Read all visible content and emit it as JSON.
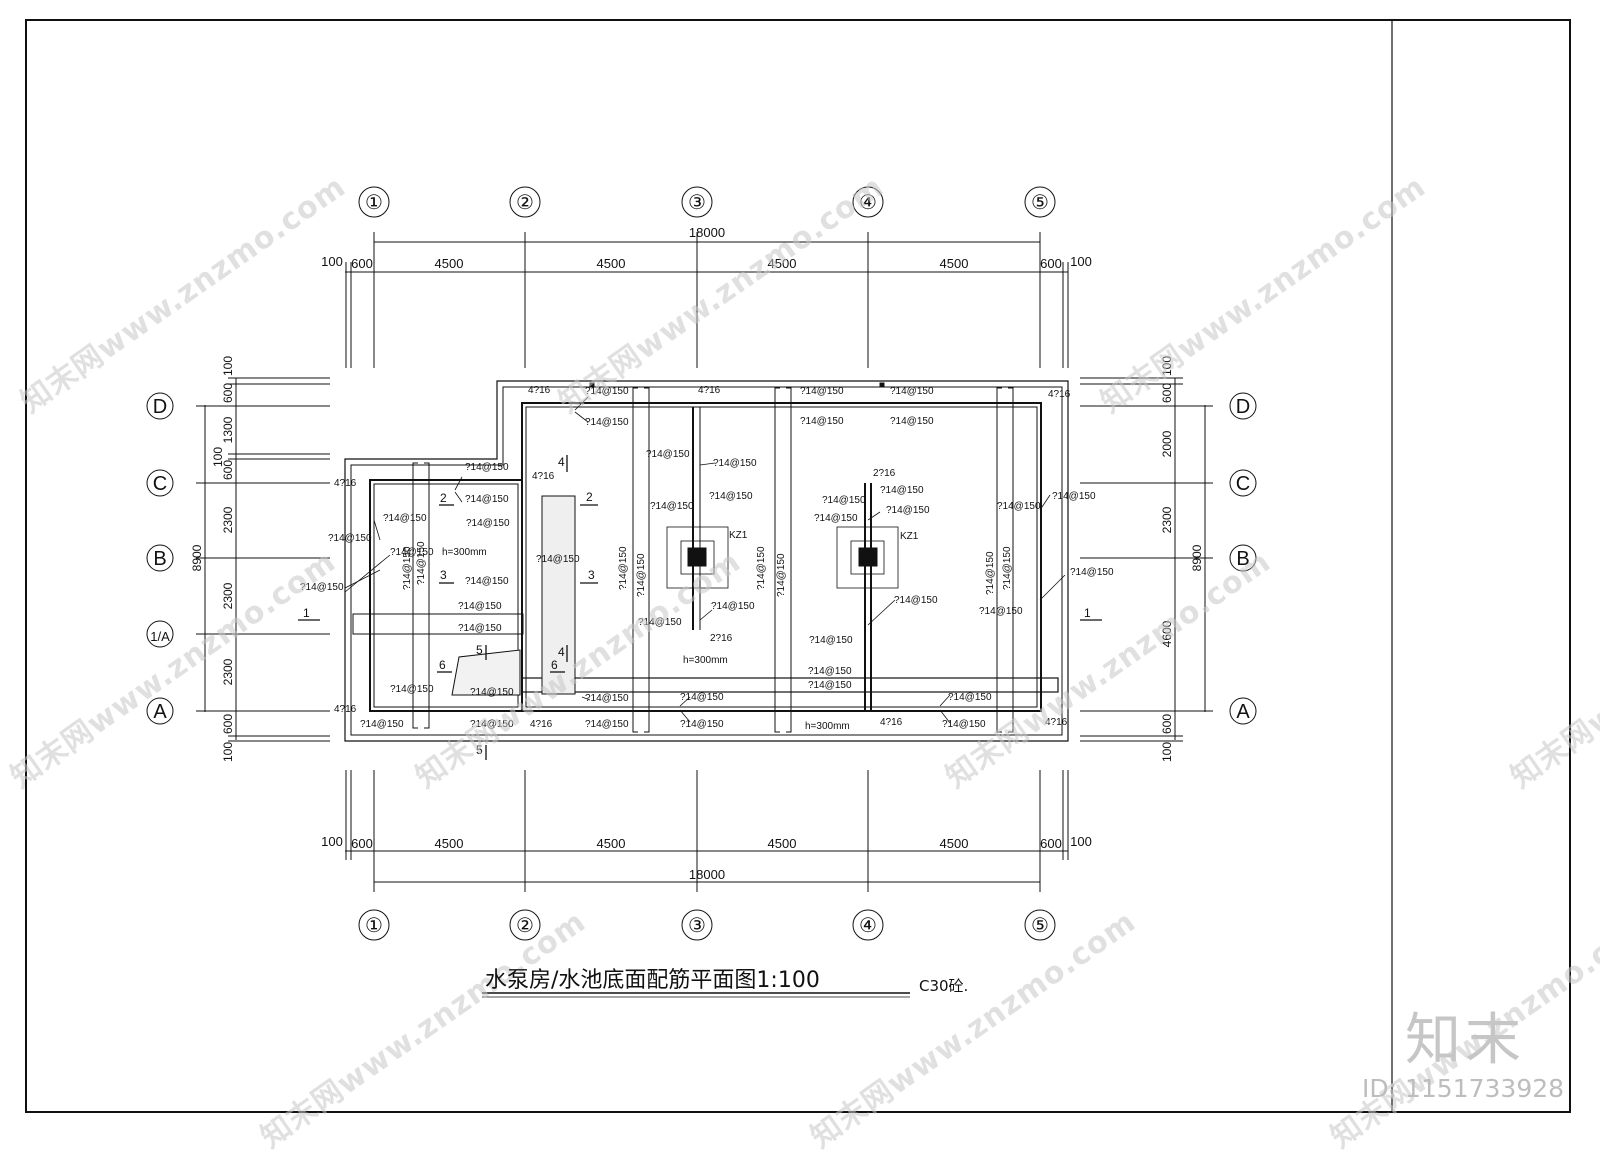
{
  "title": "水泵房/水池底面配筋平面图1:100",
  "subtitle": "C30砼.",
  "axes_x": [
    "①",
    "②",
    "③",
    "④",
    "⑤"
  ],
  "axes_y": [
    "D",
    "C",
    "B",
    "1/A",
    "A"
  ],
  "dims": {
    "total": "18000",
    "bay": "4500",
    "edge_600": "600",
    "edge_100": "100",
    "left_total": "8900",
    "left_segments": [
      "100",
      "600",
      "1300",
      "100",
      "600",
      "2300",
      "2300",
      "2300",
      "600",
      "100"
    ],
    "right_total": "8900",
    "right_segments": [
      "100",
      "600",
      "2000",
      "2300",
      "4600",
      "600",
      "100"
    ]
  },
  "rebar": {
    "mesh": "?14@150",
    "edge4": "4?16",
    "edge2": "2?16",
    "column": "KZ1",
    "depth": "h=300mm",
    "section_marks": [
      "1",
      "2",
      "3",
      "4",
      "5",
      "6"
    ]
  },
  "watermark": "知末网www.znzmo.com",
  "logo_text": "知末",
  "id_text": "ID: 1151733928",
  "colors": {
    "line": "#111111",
    "watermark": "#c8c8c8"
  }
}
